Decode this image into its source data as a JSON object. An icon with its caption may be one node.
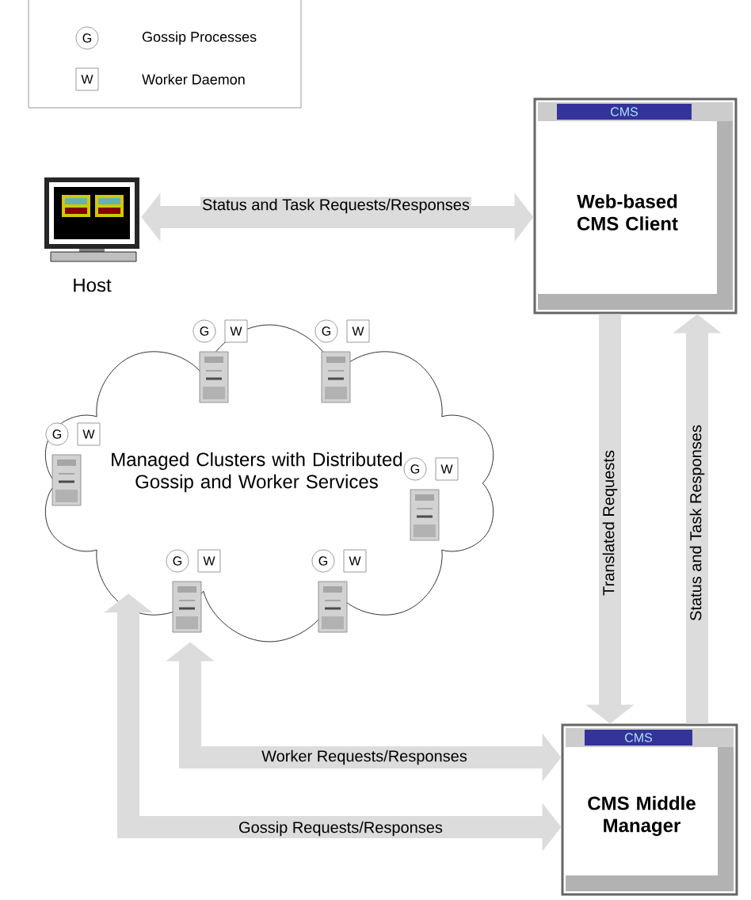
{
  "diagram": {
    "nodes": [
      {
        "text": [
          "Host"
        ]
      },
      {
        "text": [
          "CMS",
          "Web-based CMS Client"
        ]
      },
      {
        "text": [
          "Managed Clusters with Distributed Gossip and Worker Services"
        ]
      },
      {
        "text": [
          "CMS",
          "CMS Middle Manager"
        ]
      }
    ],
    "edges": [
      {
        "from": 0,
        "to": 1,
        "arrow": "both",
        "label": "Status and Task Requests/Responses"
      },
      {
        "from": 1,
        "to": 3,
        "arrow": "to",
        "label": "Translated Requests"
      },
      {
        "from": 3,
        "to": 1,
        "arrow": "to",
        "label": "Status and Task Responses"
      },
      {
        "from": 3,
        "to": 2,
        "arrow": "both",
        "label": "Worker Requests/Responses"
      },
      {
        "from": 3,
        "to": 2,
        "arrow": "both",
        "label": "Gossip Requests/Responses"
      }
    ],
    "labels": [
      "G",
      "W",
      "G",
      "W",
      "G",
      "W",
      "G",
      "W",
      "G",
      "W",
      "G",
      "W",
      "G",
      "W"
    ],
    "legend": [
      {
        "text": "Gossip Processes"
      },
      {
        "text": "Worker Daemon"
      }
    ]
  }
}
